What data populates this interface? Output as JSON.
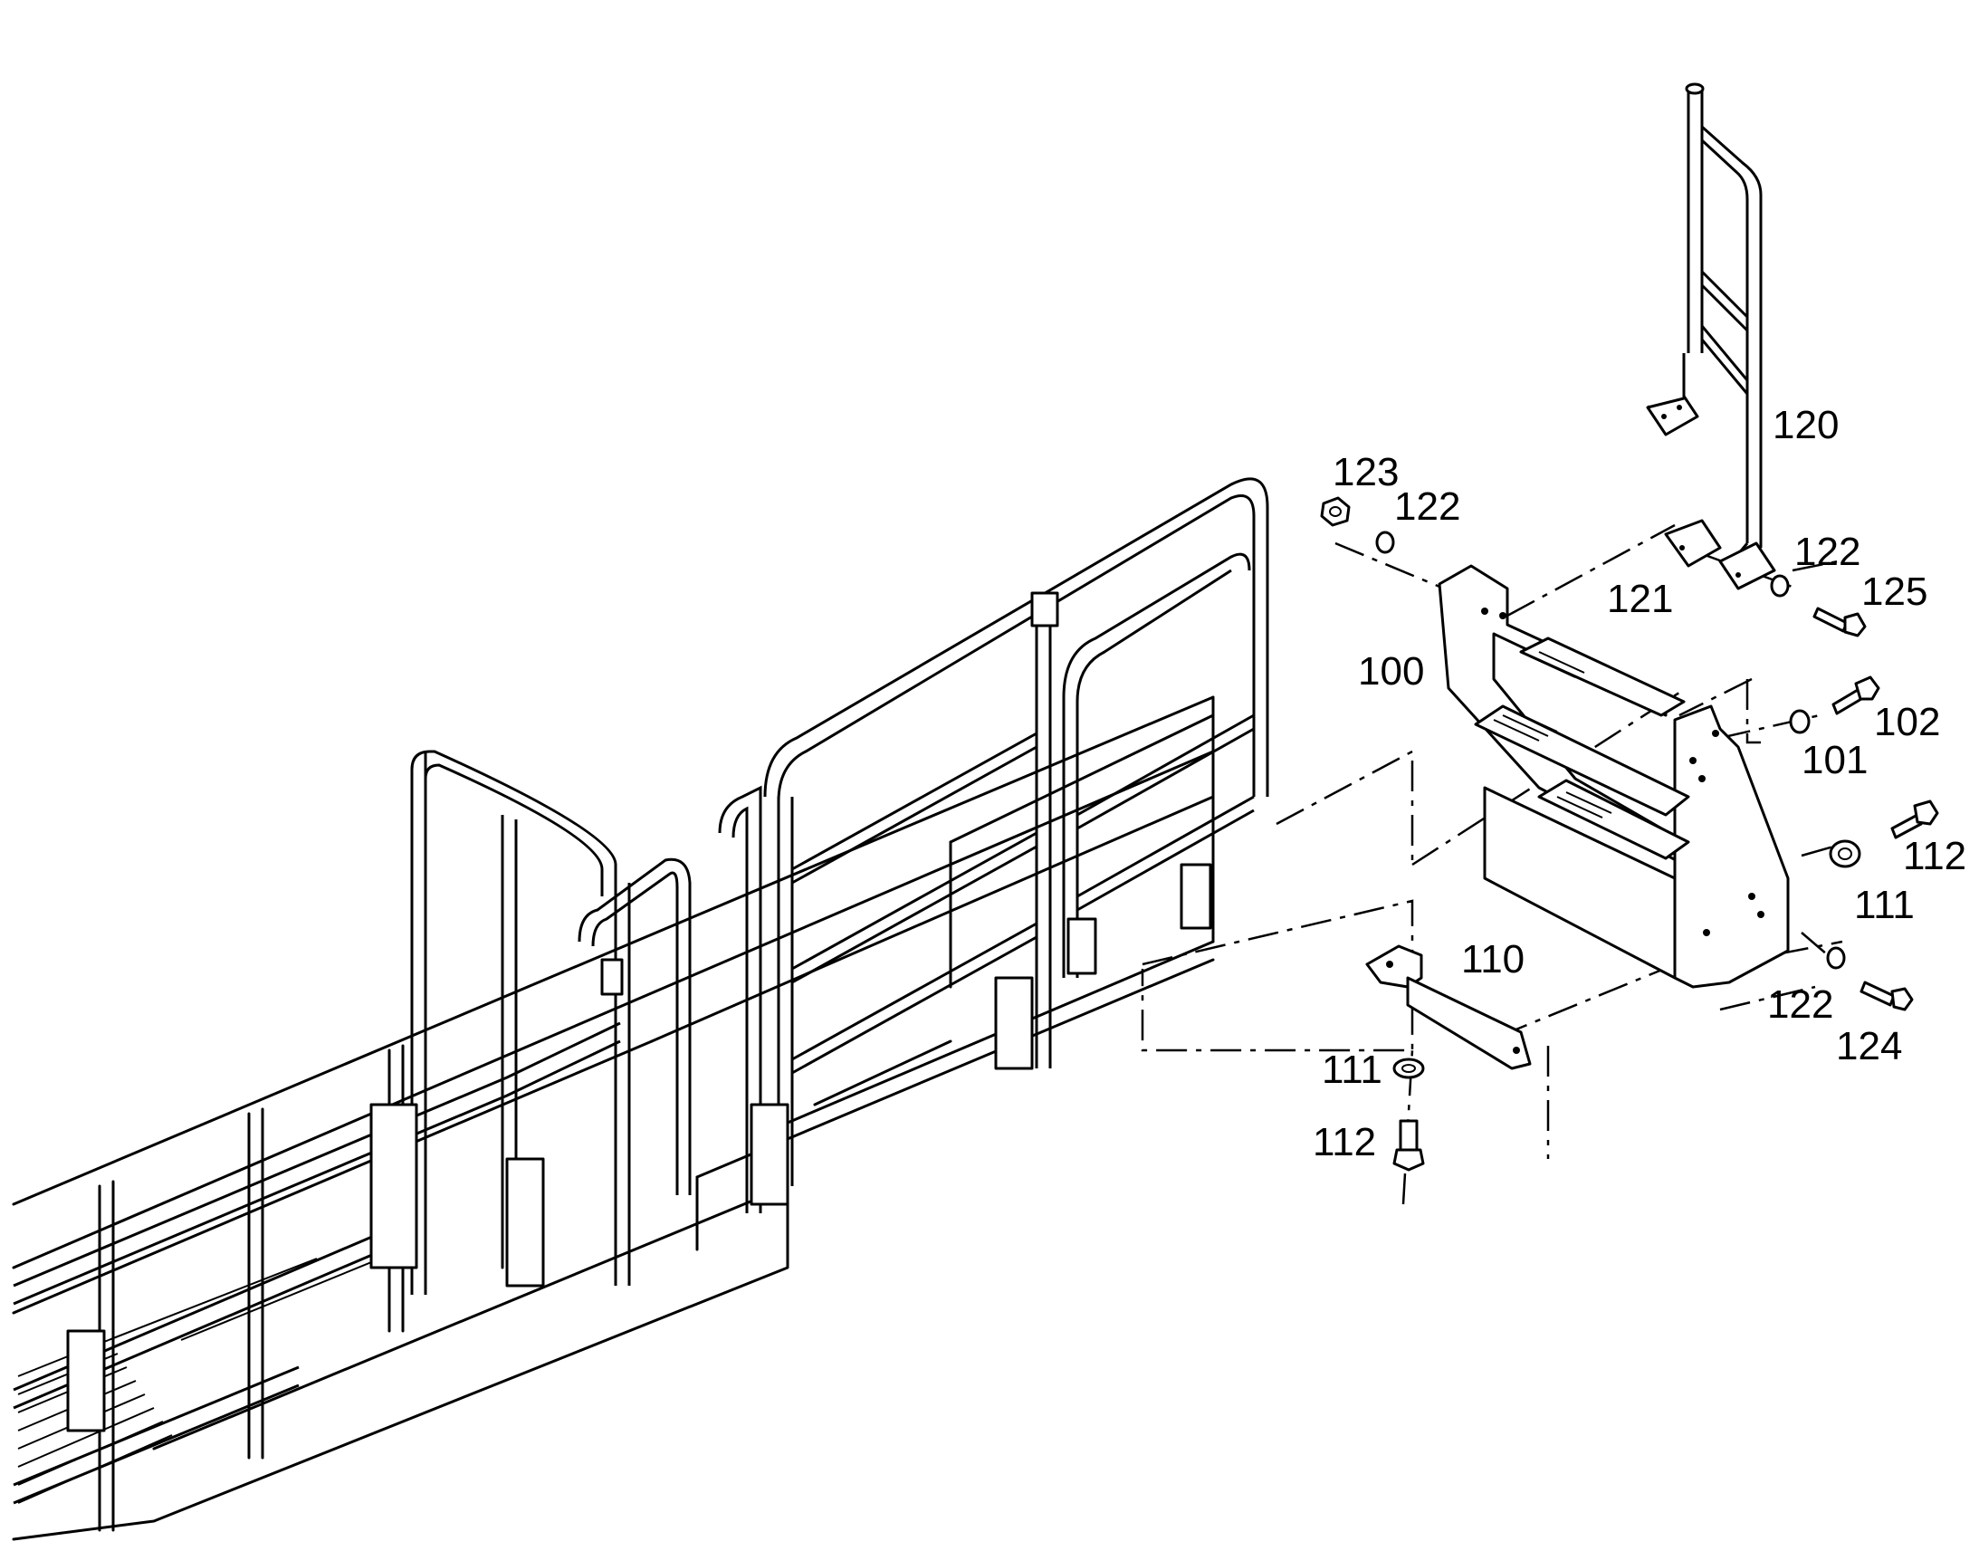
{
  "diagram": {
    "part_labels": [
      {
        "id": "p120",
        "text": "120"
      },
      {
        "id": "p123",
        "text": "123"
      },
      {
        "id": "p122a",
        "text": "122"
      },
      {
        "id": "p122b",
        "text": "122"
      },
      {
        "id": "p121",
        "text": "121"
      },
      {
        "id": "p125",
        "text": "125"
      },
      {
        "id": "p100",
        "text": "100"
      },
      {
        "id": "p102",
        "text": "102"
      },
      {
        "id": "p101",
        "text": "101"
      },
      {
        "id": "p112a",
        "text": "112"
      },
      {
        "id": "p111a",
        "text": "111"
      },
      {
        "id": "p110",
        "text": "110"
      },
      {
        "id": "p122c",
        "text": "122"
      },
      {
        "id": "p124",
        "text": "124"
      },
      {
        "id": "p111b",
        "text": "111"
      },
      {
        "id": "p112b",
        "text": "112"
      }
    ]
  }
}
